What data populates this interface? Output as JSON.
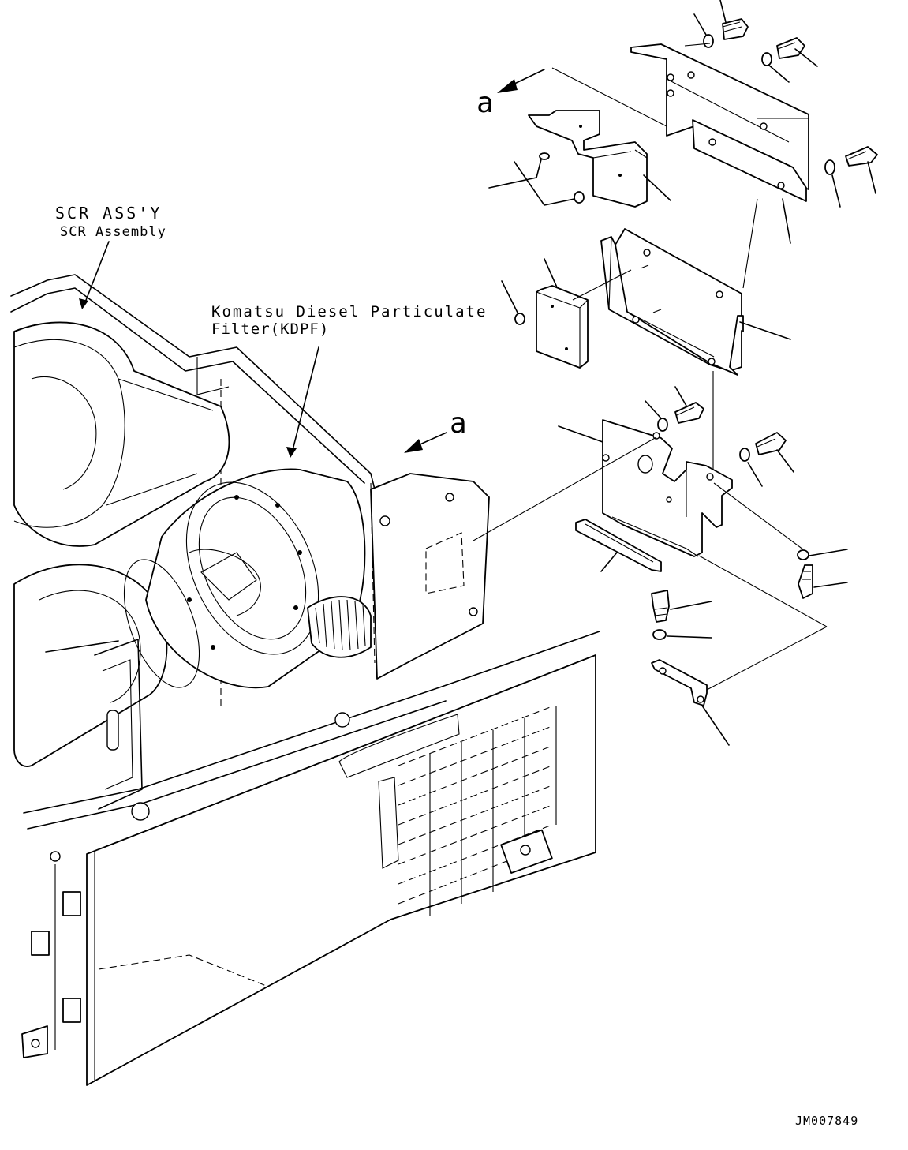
{
  "labels": {
    "scr_line1": "SCR ASS'Y",
    "scr_line2": "SCR Assembly",
    "kdpf_line1": "Komatsu Diesel Particulate",
    "kdpf_line2": "Filter(KDPF)",
    "view_a_top": "a",
    "view_a_mid": "a",
    "drawing_number": "JM007849"
  }
}
